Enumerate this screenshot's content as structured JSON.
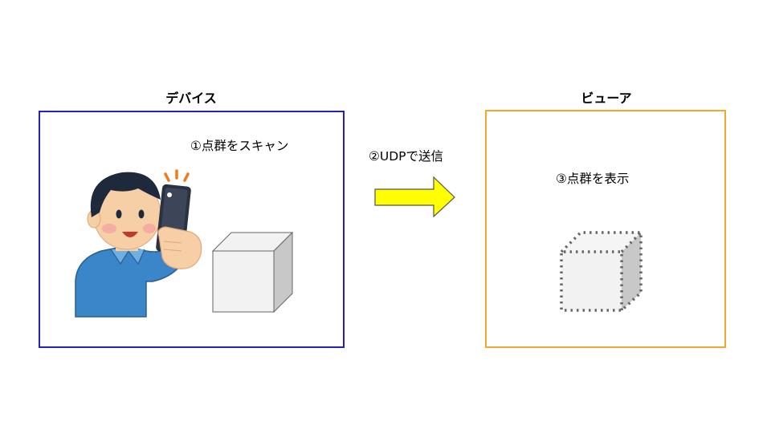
{
  "device": {
    "title": "デバイス",
    "step_label": "①点群をスキャン"
  },
  "transfer": {
    "step_label": "②UDPで送信"
  },
  "viewer": {
    "title": "ビューア",
    "step_label": "③点群を表示"
  },
  "colors": {
    "device_border": "#2222bb",
    "viewer_border": "#f0a830",
    "arrow_fill": "#ffff00",
    "arrow_stroke": "#555555",
    "cube_face": "#f2f2f2",
    "cube_side": "#c8c8c8",
    "shirt": "#3a86c8",
    "hair": "#1e2a3c",
    "skin": "#f7cfa6"
  },
  "icons": {
    "person": "person-scanning-with-phone-icon",
    "solid_cube": "solid-cube-icon",
    "point_cloud_cube": "dotted-cube-icon",
    "arrow": "right-arrow-icon"
  }
}
